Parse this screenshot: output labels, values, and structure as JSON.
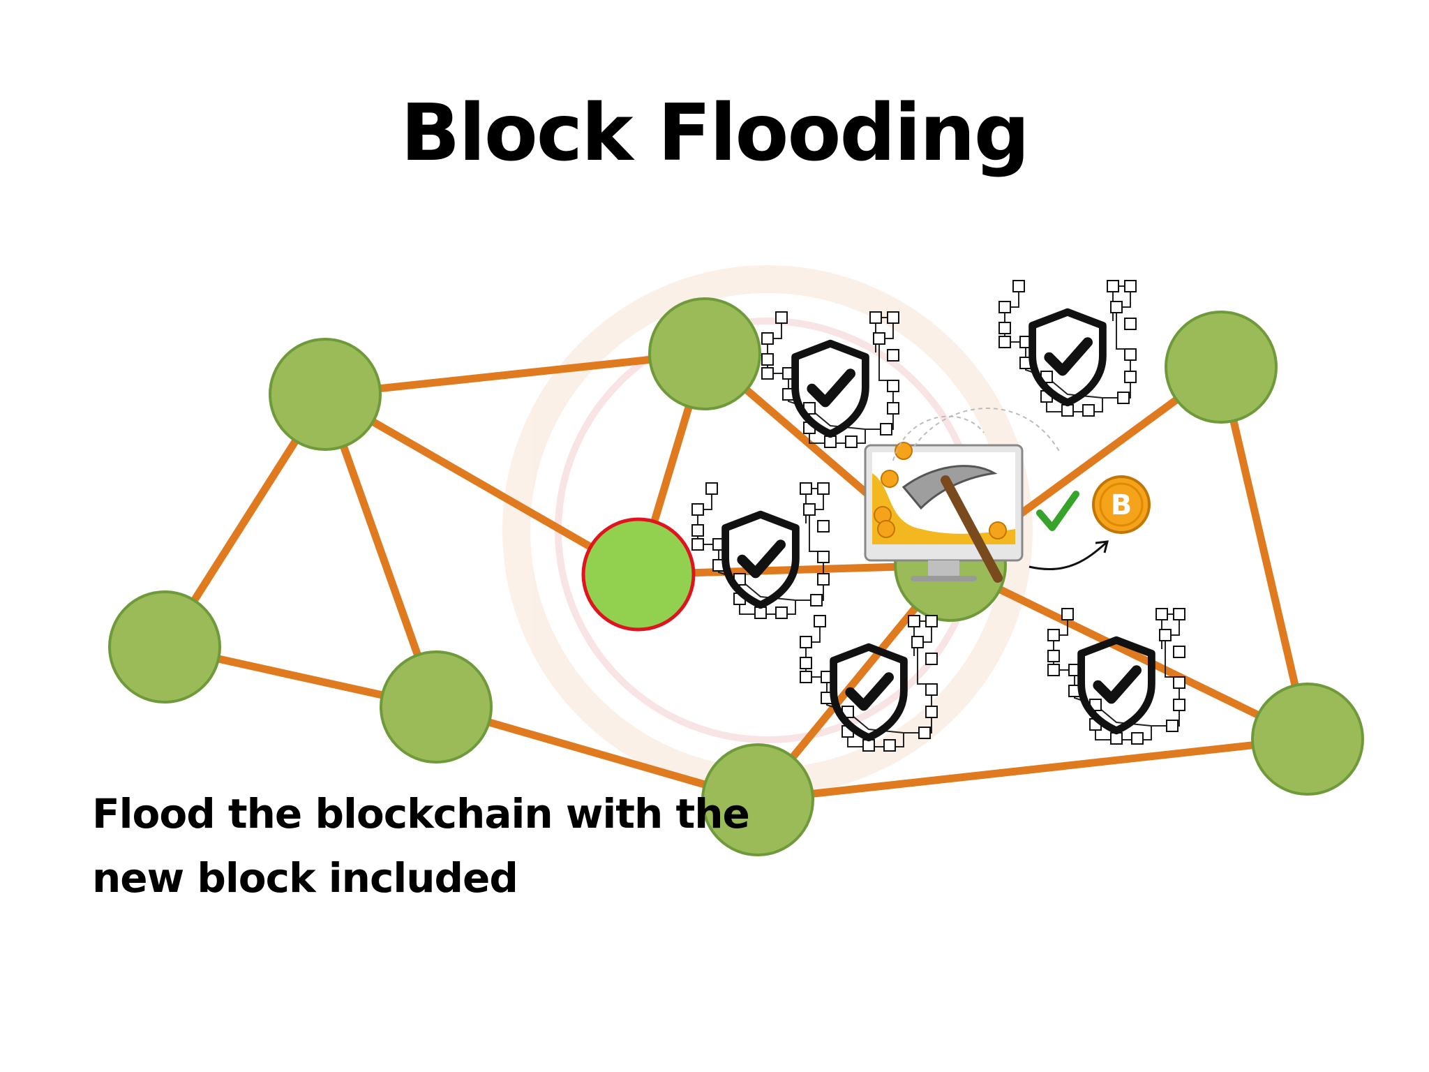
{
  "slide": {
    "title": "Block Flooding",
    "caption_line1": "Flood the blockchain with the",
    "caption_line2": "new block included"
  },
  "diagram": {
    "colors": {
      "edge": "#e07a1f",
      "node_fill": "#9bbb59",
      "node_stroke": "#6f9a3a",
      "highlight_fill": "#92d050",
      "highlight_stroke": "#e0141e",
      "shield": "#111111",
      "coin": "#f5a31a",
      "check": "#37a32a"
    },
    "nodes": [
      {
        "id": "n-top-left"
      },
      {
        "id": "n-top-center"
      },
      {
        "id": "n-top-right"
      },
      {
        "id": "n-left"
      },
      {
        "id": "n-mid-left"
      },
      {
        "id": "n-highlighted",
        "highlighted": true
      },
      {
        "id": "n-miner"
      },
      {
        "id": "n-bottom-center"
      },
      {
        "id": "n-right"
      }
    ],
    "edges": [
      [
        "n-top-left",
        "n-top-center"
      ],
      [
        "n-top-left",
        "n-left"
      ],
      [
        "n-top-left",
        "n-mid-left"
      ],
      [
        "n-top-left",
        "n-highlighted"
      ],
      [
        "n-left",
        "n-mid-left"
      ],
      [
        "n-mid-left",
        "n-bottom-center"
      ],
      [
        "n-top-center",
        "n-highlighted"
      ],
      [
        "n-top-center",
        "n-miner"
      ],
      [
        "n-highlighted",
        "n-miner"
      ],
      [
        "n-miner",
        "n-top-right"
      ],
      [
        "n-miner",
        "n-bottom-center"
      ],
      [
        "n-miner",
        "n-right"
      ],
      [
        "n-top-right",
        "n-right"
      ],
      [
        "n-bottom-center",
        "n-right"
      ]
    ],
    "block_icons": [
      {
        "id": "block-icon-1"
      },
      {
        "id": "block-icon-2"
      },
      {
        "id": "block-icon-3"
      },
      {
        "id": "block-icon-4"
      },
      {
        "id": "block-icon-5"
      }
    ],
    "miner_icon": "mining-computer-icon",
    "coin_icon": "bitcoin-coin-icon",
    "coin_symbol": "B"
  }
}
